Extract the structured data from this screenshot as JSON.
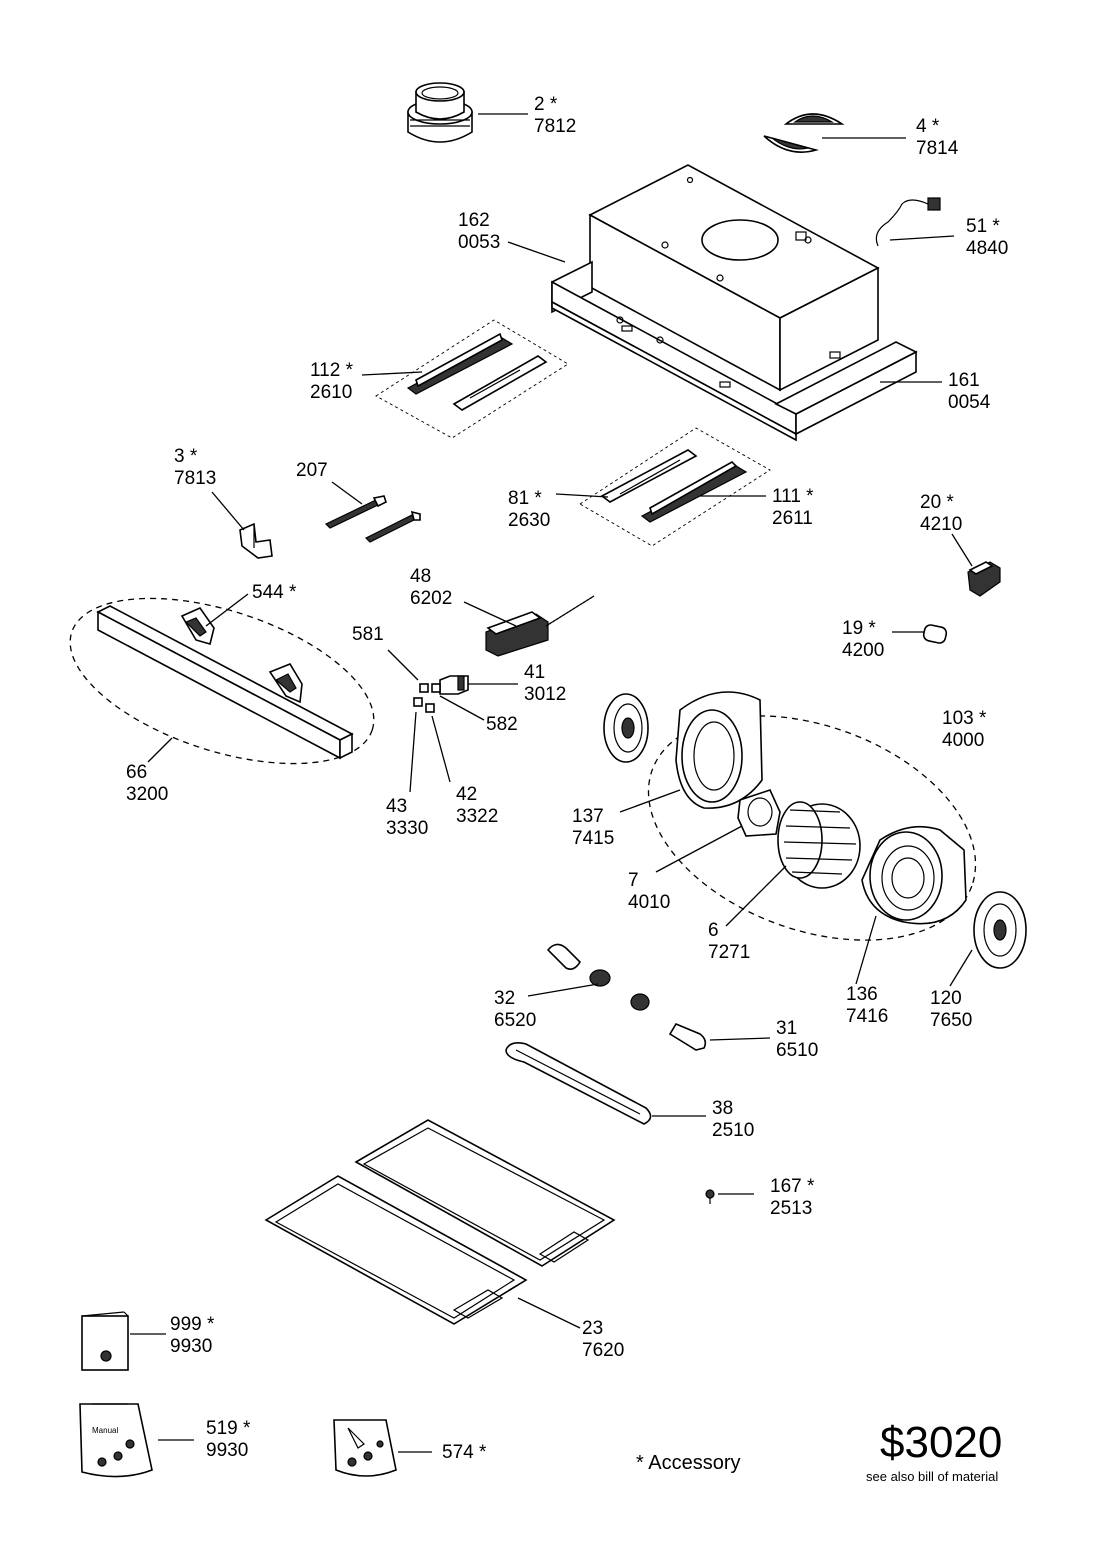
{
  "parts": [
    {
      "id": "p2",
      "ref": "2 *",
      "code": "7812"
    },
    {
      "id": "p4",
      "ref": "4 *",
      "code": "7814"
    },
    {
      "id": "p162",
      "ref": "162",
      "code": "0053"
    },
    {
      "id": "p51",
      "ref": "51 *",
      "code": "4840"
    },
    {
      "id": "p112",
      "ref": "112 *",
      "code": "2610"
    },
    {
      "id": "p161",
      "ref": "161",
      "code": "0054"
    },
    {
      "id": "p3",
      "ref": "3 *",
      "code": "7813"
    },
    {
      "id": "p207",
      "ref": "207",
      "code": ""
    },
    {
      "id": "p81",
      "ref": "81 *",
      "code": "2630"
    },
    {
      "id": "p111",
      "ref": "111 *",
      "code": "2611"
    },
    {
      "id": "p20",
      "ref": "20 *",
      "code": "4210"
    },
    {
      "id": "p544",
      "ref": "544 *",
      "code": ""
    },
    {
      "id": "p48",
      "ref": "48",
      "code": "6202"
    },
    {
      "id": "p581",
      "ref": "581",
      "code": ""
    },
    {
      "id": "p19",
      "ref": "19 *",
      "code": "4200"
    },
    {
      "id": "p41",
      "ref": "41",
      "code": "3012"
    },
    {
      "id": "p582",
      "ref": "582",
      "code": ""
    },
    {
      "id": "p103",
      "ref": "103 *",
      "code": "4000"
    },
    {
      "id": "p66",
      "ref": "66",
      "code": "3200"
    },
    {
      "id": "p43",
      "ref": "43",
      "code": "3330"
    },
    {
      "id": "p42",
      "ref": "42",
      "code": "3322"
    },
    {
      "id": "p137",
      "ref": "137",
      "code": "7415"
    },
    {
      "id": "p7",
      "ref": "7",
      "code": "4010"
    },
    {
      "id": "p6",
      "ref": "6",
      "code": "7271"
    },
    {
      "id": "p136",
      "ref": "136",
      "code": "7416"
    },
    {
      "id": "p120",
      "ref": "120",
      "code": "7650"
    },
    {
      "id": "p32",
      "ref": "32",
      "code": "6520"
    },
    {
      "id": "p31",
      "ref": "31",
      "code": "6510"
    },
    {
      "id": "p38",
      "ref": "38",
      "code": "2510"
    },
    {
      "id": "p167",
      "ref": "167 *",
      "code": "2513"
    },
    {
      "id": "p23",
      "ref": "23",
      "code": "7620"
    },
    {
      "id": "p999",
      "ref": "999 *",
      "code": "9930"
    },
    {
      "id": "p519",
      "ref": "519 *",
      "code": "9930"
    },
    {
      "id": "p574",
      "ref": "574 *",
      "code": ""
    }
  ],
  "legend": {
    "accessory_note": "* Accessory"
  },
  "price": {
    "amount": "$3020",
    "note": "see also bill of material"
  },
  "bag_text": "Manual"
}
